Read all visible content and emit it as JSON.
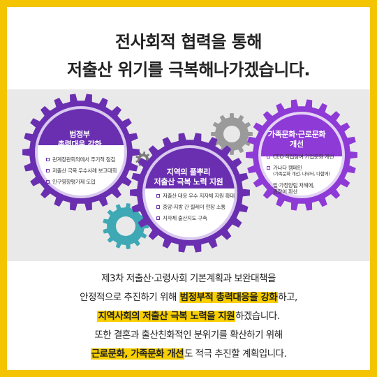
{
  "title": {
    "line1": "전사회적 협력을 통해",
    "line2": "저출산 위기를 극복해나가겠습니다."
  },
  "gears": {
    "left": {
      "label1": "범정부",
      "label2": "총력대응 강화",
      "items": [
        "관계장관회의에서 주기적 점검",
        "저출산 극복 우수사례 보고대회",
        "인구영향평가제 도입"
      ]
    },
    "middle": {
      "label1": "지역의 풀뿌리",
      "label2": "저출산 극복 노력 지원",
      "items": [
        "저출산 대응 우수 지자체 지원 확대",
        "중앙-지방 간 릴레이 현장 소통",
        "지자체 출산지도 구축"
      ]
    },
    "right": {
      "label1": "가족문화·근로문화",
      "label2": "개선",
      "items": [
        "CEO 직접참여 기업문화 개선",
        "가나다 캠페인",
        "일·가정양립 저해에,",
        "권장어 확산"
      ],
      "sub": "(가족문화 개선, 나부터, 다함께)"
    }
  },
  "body": {
    "line1": "제3차 저출산·고령사회 기본계획과 보완대책을",
    "line2a": "안정적으로 추진하기 위해 ",
    "line2hl": "범정부적 총력대응을 강화",
    "line2b": "하고,",
    "line3hl": "지역사회의 저출산 극복 노력을 지원",
    "line3b": "하겠습니다.",
    "line4": "또한 결혼과 출산친화적인 분위기를 확산하기 위해",
    "line5hl": "근로문화, 가족문화 개선",
    "line5b": "도 적극 추진할 계획입니다."
  },
  "colors": {
    "frame": "#f4c400",
    "gear_purple": "#6a2fb0",
    "gear_violet": "#8e3ad6",
    "gear_gray": "#9a9a9a",
    "gear_teal": "#3ea9b5",
    "highlight": "#f8cf00"
  }
}
